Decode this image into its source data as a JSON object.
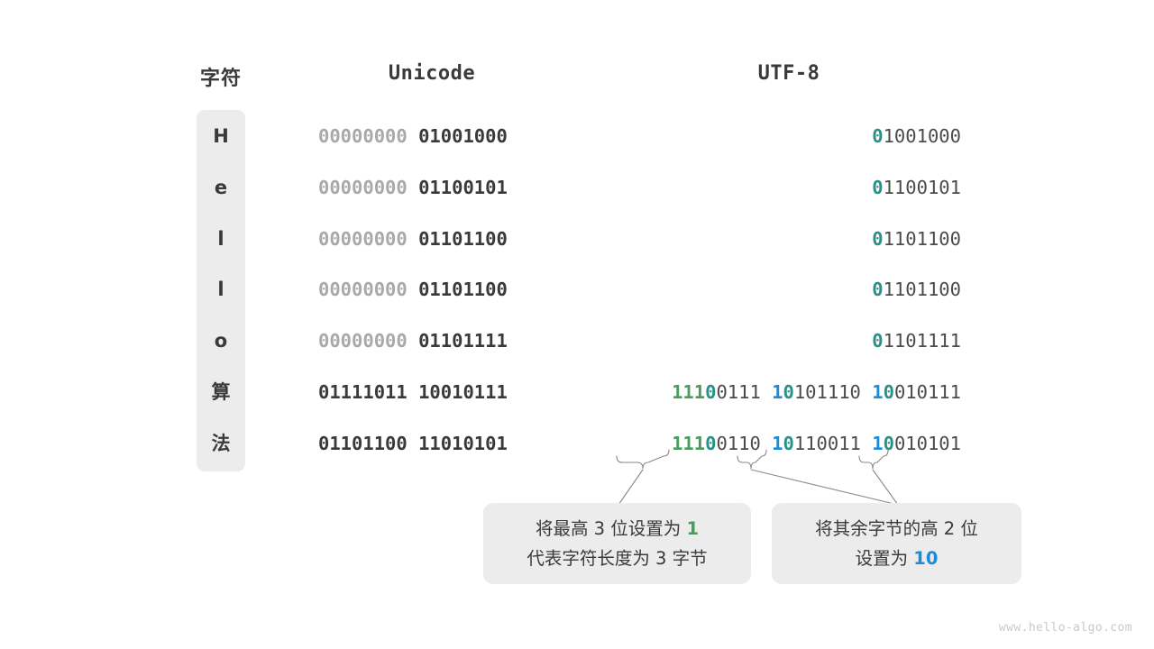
{
  "headers": {
    "character": "字符",
    "unicode": "Unicode",
    "utf8": "UTF-8"
  },
  "colors": {
    "green": "#4a9b5e",
    "teal": "#2a9187",
    "blue": "#1a8cd8",
    "dark": "#3a3a3a",
    "dim": "#a9a9a9",
    "panel": "#ececec"
  },
  "rows": [
    {
      "char": "H",
      "unicode": "00000000 01001000",
      "unicode_dim": "00000000",
      "unicode_dark": "01001000",
      "utf8": "01001000",
      "utf8_lead_marker": "0",
      "utf8_rest": "1001000"
    },
    {
      "char": "e",
      "unicode": "00000000 01100101",
      "unicode_dim": "00000000",
      "unicode_dark": "01100101",
      "utf8": "01100101",
      "utf8_lead_marker": "0",
      "utf8_rest": "1100101"
    },
    {
      "char": "l",
      "unicode": "00000000 01101100",
      "unicode_dim": "00000000",
      "unicode_dark": "01101100",
      "utf8": "01101100",
      "utf8_lead_marker": "0",
      "utf8_rest": "1101100"
    },
    {
      "char": "l",
      "unicode": "00000000 01101100",
      "unicode_dim": "00000000",
      "unicode_dark": "01101100",
      "utf8": "01101100",
      "utf8_lead_marker": "0",
      "utf8_rest": "1101100"
    },
    {
      "char": "o",
      "unicode": "00000000 01101111",
      "unicode_dim": "00000000",
      "unicode_dark": "01101111",
      "utf8": "01101111",
      "utf8_lead_marker": "0",
      "utf8_rest": "1101111"
    },
    {
      "char": "算",
      "unicode": "01111011 10010111",
      "unicode_dim": "",
      "unicode_dark": "01111011 10010111",
      "utf8": "11100111 10101110 10010111",
      "byte1_ones": "111",
      "byte1_zero": "0",
      "byte1_rest": "0111",
      "byte2_one": "1",
      "byte2_zero": "0",
      "byte2_rest": "101110",
      "byte3_one": "1",
      "byte3_zero": "0",
      "byte3_rest": "010111"
    },
    {
      "char": "法",
      "unicode": "01101100 11010101",
      "unicode_dim": "",
      "unicode_dark": "01101100 11010101",
      "utf8": "11100110 10110011 10010101",
      "byte1_ones": "111",
      "byte1_zero": "0",
      "byte1_rest": "0110",
      "byte2_one": "1",
      "byte2_zero": "0",
      "byte2_rest": "110011",
      "byte3_one": "1",
      "byte3_zero": "0",
      "byte3_rest": "010101"
    }
  ],
  "notes": [
    {
      "line1_pre": "将最高 3 位设置为 ",
      "line1_hl": "1",
      "line2": "代表字符长度为 3 字节"
    },
    {
      "line1": "将其余字节的高 2 位",
      "line2_pre": "设置为 ",
      "line2_hl": "10"
    }
  ],
  "watermark": "www.hello-algo.com"
}
